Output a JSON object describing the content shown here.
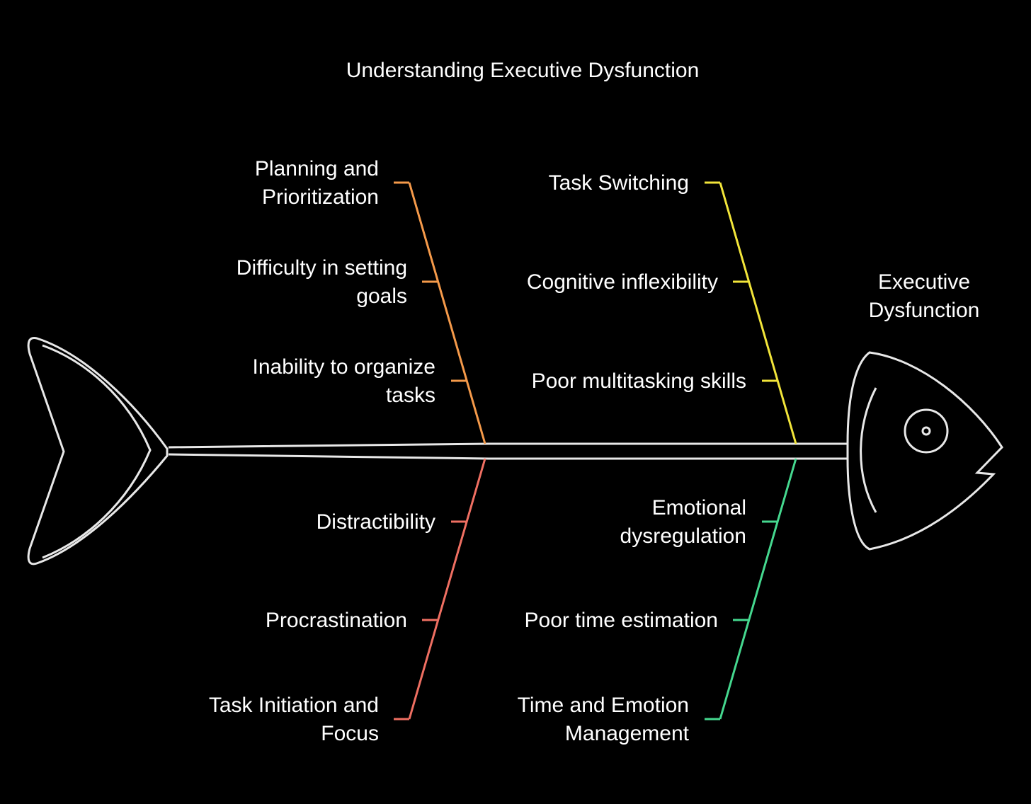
{
  "title": "Understanding Executive Dysfunction",
  "effect": {
    "lines": [
      "Executive",
      "Dysfunction"
    ]
  },
  "categories": [
    {
      "lines": [
        "Planning and",
        "Prioritization"
      ],
      "causes": [
        {
          "lines": [
            "Difficulty in setting",
            "goals"
          ]
        },
        {
          "lines": [
            "Inability to organize",
            "tasks"
          ]
        }
      ],
      "color": "#f59a4a"
    },
    {
      "lines": [
        "Task Switching"
      ],
      "causes": [
        {
          "lines": [
            "Cognitive inflexibility"
          ]
        },
        {
          "lines": [
            "Poor multitasking skills"
          ]
        }
      ],
      "color": "#f2e53a"
    },
    {
      "lines": [
        "Task Initiation and",
        "Focus"
      ],
      "causes": [
        {
          "lines": [
            "Distractibility"
          ]
        },
        {
          "lines": [
            "Procrastination"
          ]
        }
      ],
      "color": "#ef6f62"
    },
    {
      "lines": [
        "Time and Emotion",
        "Management"
      ],
      "causes": [
        {
          "lines": [
            "Emotional",
            "dysregulation"
          ]
        },
        {
          "lines": [
            "Poor time estimation"
          ]
        }
      ],
      "color": "#45d88f"
    }
  ],
  "colors": {
    "background": "#000000",
    "outline": "#e8e8e8",
    "text": "#ffffff"
  }
}
